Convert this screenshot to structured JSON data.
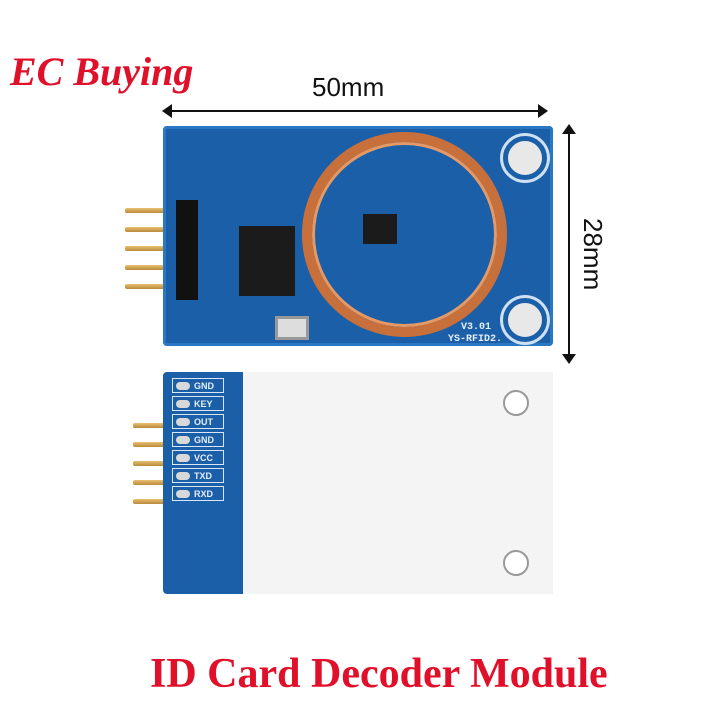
{
  "brand": {
    "label": "EC Buying",
    "color": "#e0102a"
  },
  "dimensions": {
    "width_label": "50mm",
    "height_label": "28mm"
  },
  "board_top": {
    "silkscreen_version": "V3.01",
    "silkscreen_model": "YS-RFID2."
  },
  "board_bottom": {
    "pin_labels": [
      "GND",
      "KEY",
      "OUT",
      "GND",
      "VCC",
      "TXD",
      "RXD"
    ]
  },
  "product_title": {
    "label": "ID Card Decoder Module",
    "color": "#e0102a"
  }
}
